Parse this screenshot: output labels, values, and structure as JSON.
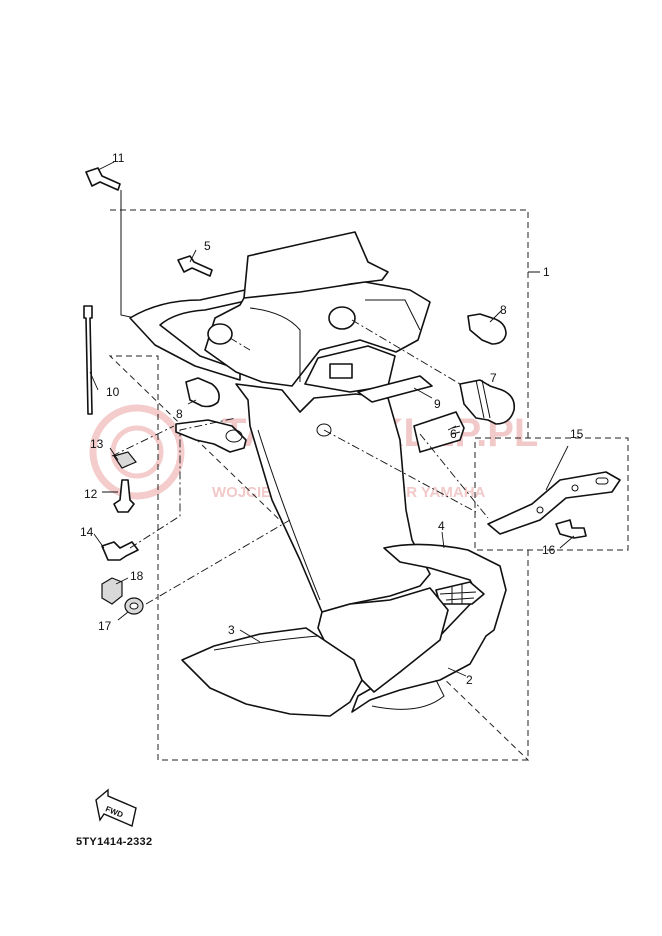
{
  "diagram_ref": "5TY1414-2332",
  "watermark": {
    "main": "TAMA-SKLEP.PL",
    "sub": "WOJCIECHOWICZ | DEALER YAMAHA"
  },
  "fwd_label": "FWD",
  "callouts": {
    "p1": "1",
    "p2": "2",
    "p3": "3",
    "p4": "4",
    "p5": "5",
    "p6": "6",
    "p7": "7",
    "p8a": "8",
    "p8b": "8",
    "p9": "9",
    "p10": "10",
    "p11": "11",
    "p12": "12",
    "p13": "13",
    "p14": "14",
    "p15": "15",
    "p16": "16",
    "p17": "17",
    "p18": "18"
  },
  "colors": {
    "line": "#111111",
    "watermark": "#f2c9c9"
  }
}
